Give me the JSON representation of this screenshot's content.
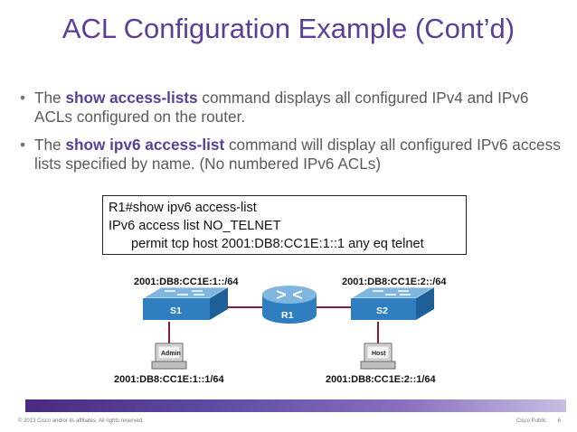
{
  "title": "ACL Configuration Example (Cont’d)",
  "bullets": [
    {
      "pre": "The ",
      "cmd": "show access-lists",
      "post": " command displays all configured IPv4 and IPv6 ACLs configured on the router."
    },
    {
      "pre": "The ",
      "cmd": "show ipv6 access-list",
      "post": " command will display all configured IPv6 access lists specified by name. (No numbered IPv6 ACLs)"
    }
  ],
  "cli": [
    "R1#show ipv6 access-list",
    "IPv6 access list NO_TELNET",
    "permit tcp host 2001:DB8:CC1E:1::1 any eq telnet"
  ],
  "network": {
    "s1_net": "2001:DB8:CC1E:1::/64",
    "s2_net": "2001:DB8:CC1E:2::/64",
    "s1": "S1",
    "s2": "S2",
    "r1": "R1",
    "admin": "Admin",
    "host": "Host",
    "admin_ip": "2001:DB8:CC1E:1::1/64",
    "host_ip": "2001:DB8:CC1E:2::1/64"
  },
  "footer": {
    "copyright": "© 2013 Cisco and/or its affiliates. All rights reserved.",
    "classification": "Cisco Public",
    "page": "6"
  },
  "colors": {
    "accent": "#5b3f96",
    "device": "#2f7fc0",
    "link": "#8b1a3a"
  }
}
